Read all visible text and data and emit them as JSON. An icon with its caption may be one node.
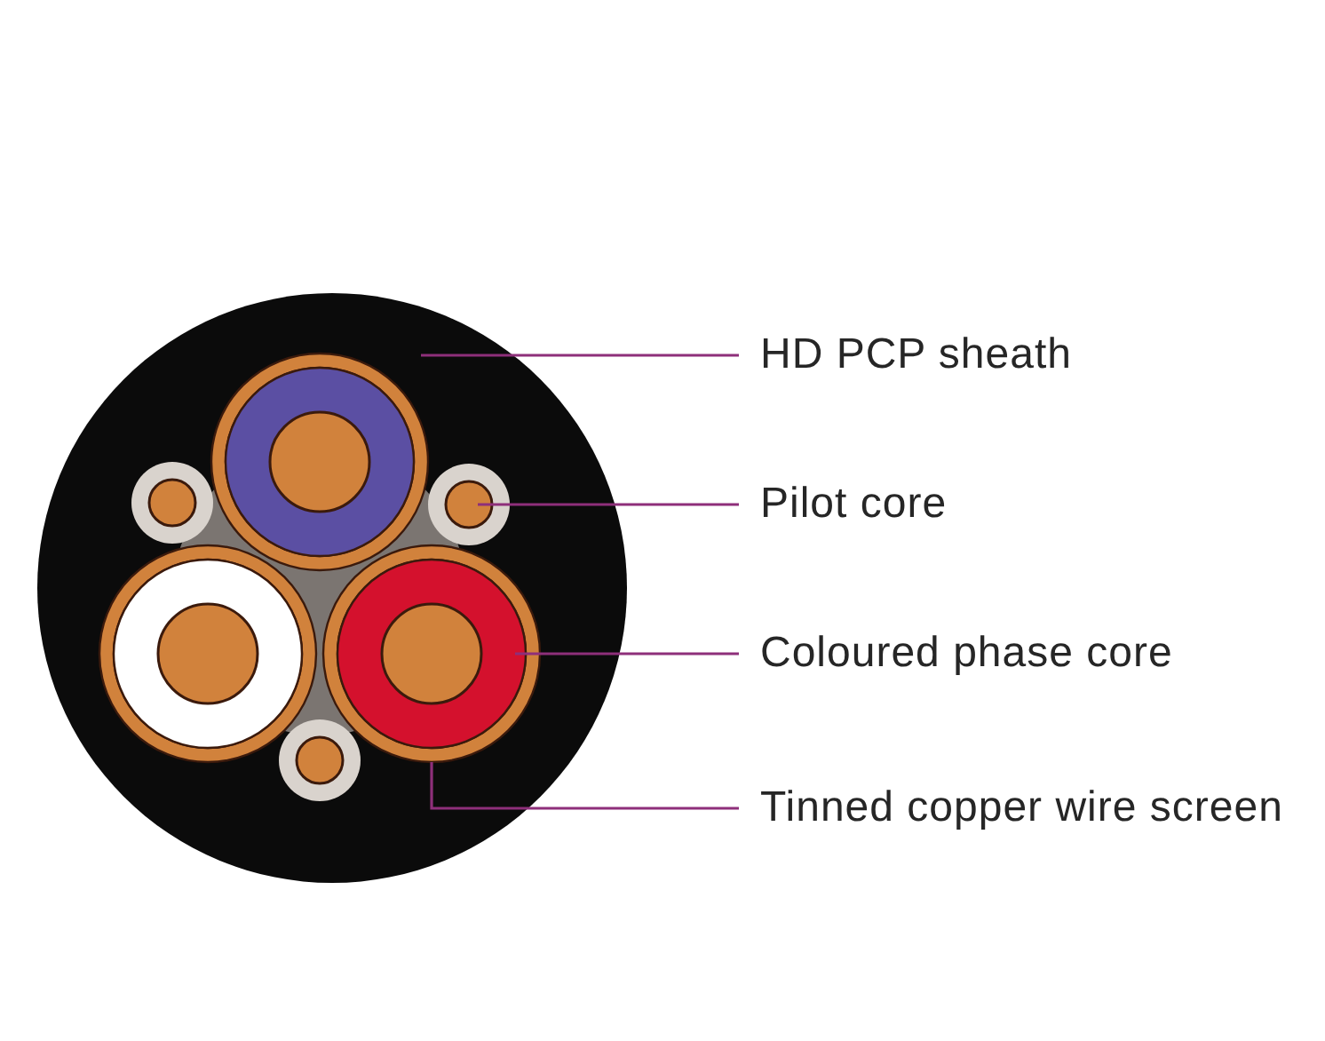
{
  "diagram": {
    "nodes": [
      {
        "text": [],
        "shape": "circle"
      },
      {
        "text": [],
        "shape": "ring",
        "in": 0
      },
      {
        "text": [],
        "shape": "circle",
        "in": 1
      },
      {
        "text": [],
        "shape": "circle",
        "in": 0
      },
      {
        "text": [],
        "shape": "circle",
        "in": 0
      },
      {
        "text": [],
        "shape": "ring",
        "in": 0
      },
      {
        "text": [],
        "shape": "circle",
        "in": 5
      },
      {
        "text": [],
        "shape": "ring",
        "in": 0
      },
      {
        "text": [],
        "shape": "circle",
        "in": 7
      },
      {
        "text": [],
        "shape": "circle",
        "in": 0
      },
      {
        "text": [
          "HD PCP sheath"
        ]
      },
      {
        "text": [
          "Pilot core"
        ]
      },
      {
        "text": [
          "Coloured phase core"
        ]
      },
      {
        "text": [
          "Tinned copper wire screen"
        ]
      }
    ],
    "edges": [
      {
        "from": 10,
        "to": 0,
        "arrow": "none"
      },
      {
        "from": 11,
        "to": 4,
        "arrow": "none"
      },
      {
        "from": 12,
        "to": 8,
        "arrow": "none"
      },
      {
        "from": 13,
        "to": 7,
        "arrow": "none"
      }
    ]
  }
}
